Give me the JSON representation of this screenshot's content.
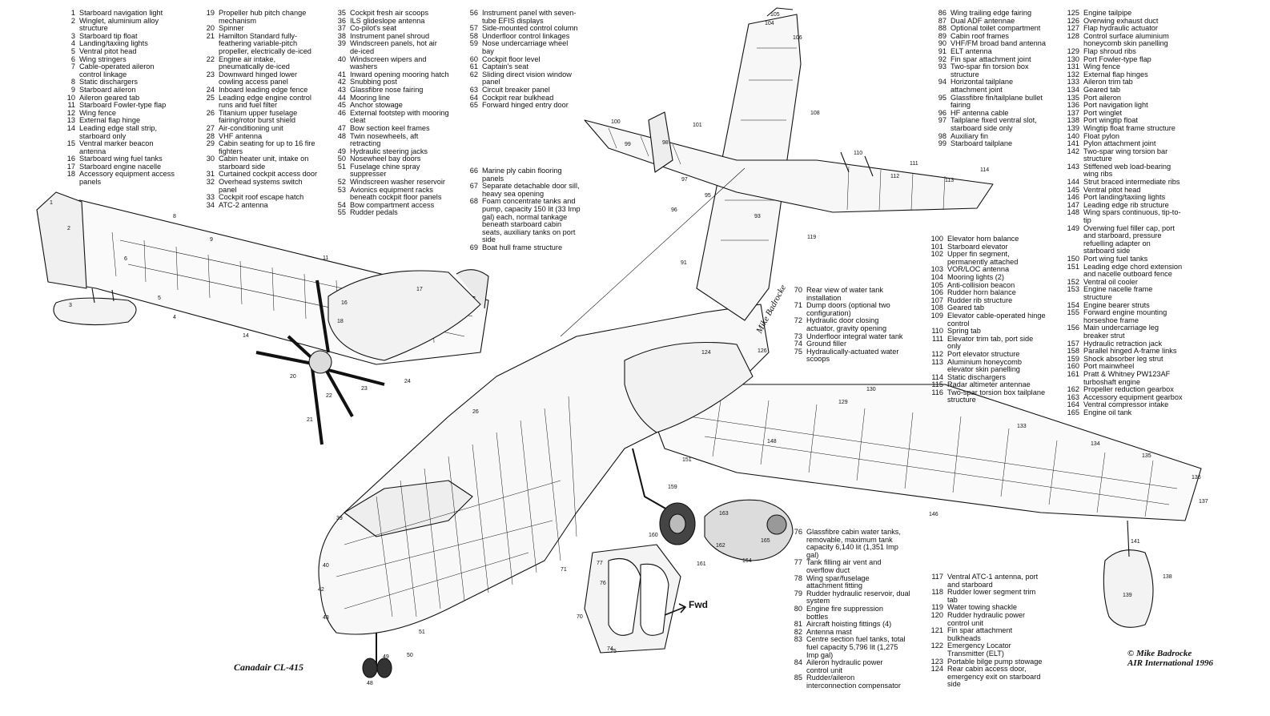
{
  "caption": "Canadair CL-415",
  "credit": {
    "line1": "© Mike Badrocke",
    "line2": "AIR International 1996"
  },
  "signature": "Mike Badrocke",
  "forward_label": "Fwd",
  "key_blocks": [
    {
      "items": [
        [
          "1",
          "Starboard navigation light"
        ],
        [
          "2",
          "Winglet, aluminium alloy\nstructure"
        ],
        [
          "3",
          "Starboard tip float"
        ],
        [
          "4",
          "Landing/taxiing lights"
        ],
        [
          "5",
          "Ventral pitot head"
        ],
        [
          "6",
          "Wing stringers"
        ],
        [
          "7",
          "Cable-operated aileron\ncontrol linkage"
        ],
        [
          "8",
          "Static dischargers"
        ],
        [
          "9",
          "Starboard aileron"
        ],
        [
          "10",
          "Aileron geared tab"
        ],
        [
          "11",
          "Starboard Fowler-type flap"
        ],
        [
          "12",
          "Wing fence"
        ],
        [
          "13",
          "External flap hinge"
        ],
        [
          "14",
          "Leading edge stall strip,\nstarboard only"
        ],
        [
          "15",
          "Ventral marker beacon\nantenna"
        ],
        [
          "16",
          "Starboard wing fuel tanks"
        ],
        [
          "17",
          "Starboard engine nacelle"
        ],
        [
          "18",
          "Accessory equipment access\npanels"
        ]
      ]
    },
    {
      "items": [
        [
          "19",
          "Propeller hub pitch change\nmechanism"
        ],
        [
          "20",
          "Spinner"
        ],
        [
          "21",
          "Hamilton Standard fully-\nfeathering variable-pitch\npropeller, electrically de-iced"
        ],
        [
          "22",
          "Engine air intake,\npneumatically de-iced"
        ],
        [
          "23",
          "Downward hinged lower\ncowling access panel"
        ],
        [
          "24",
          "Inboard leading edge fence"
        ],
        [
          "25",
          "Leading edge engine control\nruns and fuel filter"
        ],
        [
          "26",
          "Titanium upper fuselage\nfairing/rotor burst shield"
        ],
        [
          "27",
          "Air-conditioning unit"
        ],
        [
          "28",
          "VHF antenna"
        ],
        [
          "29",
          "Cabin seating for up to 16 fire\nfighters"
        ],
        [
          "30",
          "Cabin heater unit, intake on\nstarboard side"
        ],
        [
          "31",
          "Curtained cockpit access door"
        ],
        [
          "32",
          "Overhead systems switch\npanel"
        ],
        [
          "33",
          "Cockpit roof escape hatch"
        ],
        [
          "34",
          "ATC-2 antenna"
        ]
      ]
    },
    {
      "items": [
        [
          "35",
          "Cockpit fresh air scoops"
        ],
        [
          "36",
          "ILS glideslope antenna"
        ],
        [
          "37",
          "Co-pilot's seat"
        ],
        [
          "38",
          "Instrument panel shroud"
        ],
        [
          "39",
          "Windscreen panels, hot air\nde-iced"
        ],
        [
          "40",
          "Windscreen wipers and\nwashers"
        ],
        [
          "41",
          "Inward opening mooring hatch"
        ],
        [
          "42",
          "Snubbing post"
        ],
        [
          "43",
          "Glassfibre nose fairing"
        ],
        [
          "44",
          "Mooring line"
        ],
        [
          "45",
          "Anchor stowage"
        ],
        [
          "46",
          "External footstep with mooring\ncleat"
        ],
        [
          "47",
          "Bow section keel frames"
        ],
        [
          "48",
          "Twin nosewheels, aft\nretracting"
        ],
        [
          "49",
          "Hydraulic steering jacks"
        ],
        [
          "50",
          "Nosewheel bay doors"
        ],
        [
          "51",
          "Fuselage chine spray\nsuppresser"
        ],
        [
          "52",
          "Windscreen washer reservoir"
        ],
        [
          "53",
          "Avionics equipment racks\nbeneath cockpit floor panels"
        ],
        [
          "54",
          "Bow compartment access"
        ],
        [
          "55",
          "Rudder pedals"
        ]
      ]
    },
    {
      "items": [
        [
          "56",
          "Instrument panel with seven-\ntube EFIS displays"
        ],
        [
          "57",
          "Side-mounted control column"
        ],
        [
          "58",
          "Underfloor control linkages"
        ],
        [
          "59",
          "Nose undercarriage wheel\nbay"
        ],
        [
          "60",
          "Cockpit floor level"
        ],
        [
          "61",
          "Captain's seat"
        ],
        [
          "62",
          "Sliding direct vision window\npanel"
        ],
        [
          "63",
          "Circuit breaker panel"
        ],
        [
          "64",
          "Cockpit rear bulkhead"
        ],
        [
          "65",
          "Forward hinged entry door"
        ]
      ]
    },
    {
      "items": [
        [
          "66",
          "Marine ply cabin flooring\npanels"
        ],
        [
          "67",
          "Separate detachable door sill,\nheavy sea opening"
        ],
        [
          "68",
          "Foam concentrate tanks and\npump, capacity 150 lit (33 Imp\ngal) each, normal tankage\nbeneath starboard cabin\nseats, auxiliary tanks on port\nside"
        ],
        [
          "69",
          "Boat hull frame structure"
        ]
      ]
    },
    {
      "items": [
        [
          "70",
          "Rear view of water tank\ninstallation"
        ],
        [
          "71",
          "Dump doors (optional two\nconfiguration)"
        ],
        [
          "72",
          "Hydraulic door closing\nactuator, gravity opening"
        ],
        [
          "73",
          "Underfloor integral water tank"
        ],
        [
          "74",
          "Ground filler"
        ],
        [
          "75",
          "Hydraulically-actuated water\nscoops"
        ]
      ]
    },
    {
      "items": [
        [
          "76",
          "Glassfibre cabin water tanks,\nremovable, maximum tank\ncapacity 6,140 lit (1,351 Imp\ngal)"
        ],
        [
          "77",
          "Tank filling air vent and\noverflow duct"
        ],
        [
          "78",
          "Wing spar/fuselage\nattachment fitting"
        ],
        [
          "79",
          "Rudder hydraulic reservoir, dual\nsystem"
        ],
        [
          "80",
          "Engine fire suppression\nbottles"
        ],
        [
          "81",
          "Aircraft hoisting fittings (4)"
        ],
        [
          "82",
          "Antenna mast"
        ],
        [
          "83",
          "Centre section fuel tanks, total\nfuel capacity 5,796 lit (1,275\nImp gal)"
        ],
        [
          "84",
          "Aileron hydraulic power\ncontrol unit"
        ],
        [
          "85",
          "Rudder/aileron\ninterconnection compensator"
        ]
      ]
    },
    {
      "items": [
        [
          "86",
          "Wing trailing edge fairing"
        ],
        [
          "87",
          "Dual ADF antennae"
        ],
        [
          "88",
          "Optional toilet compartment"
        ],
        [
          "89",
          "Cabin roof frames"
        ],
        [
          "90",
          "VHF/FM broad band antenna"
        ],
        [
          "91",
          "ELT antenna"
        ],
        [
          "92",
          "Fin spar attachment joint"
        ],
        [
          "93",
          "Two-spar fin torsion box\nstructure"
        ],
        [
          "94",
          "Horizontal tailplane\nattachment joint"
        ],
        [
          "95",
          "Glassfibre fin/tailplane bullet\nfairing"
        ],
        [
          "96",
          "HF antenna cable"
        ],
        [
          "97",
          "Tailplane fixed ventral slot,\nstarboard side only"
        ],
        [
          "98",
          "Auxiliary fin"
        ],
        [
          "99",
          "Starboard tailplane"
        ]
      ]
    },
    {
      "items": [
        [
          "100",
          "Elevator horn balance"
        ],
        [
          "101",
          "Starboard elevator"
        ],
        [
          "102",
          "Upper fin segment,\npermanently attached"
        ],
        [
          "103",
          "VOR/LOC antenna"
        ],
        [
          "104",
          "Mooring lights (2)"
        ],
        [
          "105",
          "Anti-collision beacon"
        ],
        [
          "106",
          "Rudder horn balance"
        ],
        [
          "107",
          "Rudder rib structure"
        ],
        [
          "108",
          "Geared tab"
        ],
        [
          "109",
          "Elevator cable-operated hinge\ncontrol"
        ],
        [
          "110",
          "Spring tab"
        ],
        [
          "111",
          "Elevator trim tab, port side\nonly"
        ],
        [
          "112",
          "Port elevator structure"
        ],
        [
          "113",
          "Aluminium honeycomb\nelevator skin panelling"
        ],
        [
          "114",
          "Static dischargers"
        ],
        [
          "115",
          "Radar altimeter antennae"
        ],
        [
          "116",
          "Two-spar torsion box tailplane\nstructure"
        ]
      ]
    },
    {
      "items": [
        [
          "117",
          "Ventral ATC-1 antenna, port\nand starboard"
        ],
        [
          "118",
          "Rudder lower segment trim\ntab"
        ],
        [
          "119",
          "Water towing shackle"
        ],
        [
          "120",
          "Rudder hydraulic power\ncontrol unit"
        ],
        [
          "121",
          "Fin spar attachment\nbulkheads"
        ],
        [
          "122",
          "Emergency Locator\nTransmitter (ELT)"
        ],
        [
          "123",
          "Portable bilge pump stowage"
        ],
        [
          "124",
          "Rear cabin access door,\nemergency exit on starboard\nside"
        ]
      ]
    },
    {
      "items": [
        [
          "125",
          "Engine tailpipe"
        ],
        [
          "126",
          "Overwing exhaust duct"
        ],
        [
          "127",
          "Flap hydraulic actuator"
        ],
        [
          "128",
          "Control surface aluminium\nhoneycomb skin panelling"
        ],
        [
          "129",
          "Flap shroud ribs"
        ],
        [
          "130",
          "Port Fowler-type flap"
        ],
        [
          "131",
          "Wing fence"
        ],
        [
          "132",
          "External flap hinges"
        ],
        [
          "133",
          "Aileron trim tab"
        ],
        [
          "134",
          "Geared tab"
        ],
        [
          "135",
          "Port aileron"
        ],
        [
          "136",
          "Port navigation light"
        ],
        [
          "137",
          "Port winglet"
        ],
        [
          "138",
          "Port wingtip float"
        ],
        [
          "139",
          "Wingtip float frame structure"
        ],
        [
          "140",
          "Float pylon"
        ],
        [
          "141",
          "Pylon attachment joint"
        ],
        [
          "142",
          "Two-spar wing torsion bar\nstructure"
        ],
        [
          "143",
          "Stiffened web load-bearing\nwing ribs"
        ],
        [
          "144",
          "Strut braced intermediate ribs"
        ],
        [
          "145",
          "Ventral pitot head"
        ],
        [
          "146",
          "Port landing/taxiing lights"
        ],
        [
          "147",
          "Leading edge rib structure"
        ],
        [
          "148",
          "Wing spars continuous, tip-to-\ntip"
        ],
        [
          "149",
          "Overwing fuel filler cap, port\nand starboard, pressure\nrefuelling adapter on\nstarboard side"
        ],
        [
          "150",
          "Port wing fuel tanks"
        ],
        [
          "151",
          "Leading edge chord extension\nand nacelle outboard fence"
        ],
        [
          "152",
          "Ventral oil cooler"
        ],
        [
          "153",
          "Engine nacelle frame\nstructure"
        ],
        [
          "154",
          "Engine bearer struts"
        ],
        [
          "155",
          "Forward engine mounting\nhorseshoe frame"
        ],
        [
          "156",
          "Main undercarriage leg\nbreaker strut"
        ],
        [
          "157",
          "Hydraulic retraction jack"
        ],
        [
          "158",
          "Parallel hinged A-frame links"
        ],
        [
          "159",
          "Shock absorber leg strut"
        ],
        [
          "160",
          "Port mainwheel"
        ],
        [
          "161",
          "Pratt & Whitney PW123AF\nturboshaft engine"
        ],
        [
          "162",
          "Propeller reduction gearbox"
        ],
        [
          "163",
          "Accessory equipment gearbox"
        ],
        [
          "164",
          "Ventral compressor intake"
        ],
        [
          "165",
          "Engine oil tank"
        ]
      ]
    }
  ],
  "callouts": [
    "1",
    "2",
    "3",
    "4",
    "5",
    "6",
    "8",
    "9",
    "11",
    "14",
    "16",
    "17",
    "18",
    "20",
    "21",
    "22",
    "23",
    "24",
    "26",
    "39",
    "40",
    "42",
    "43",
    "48",
    "49",
    "50",
    "51",
    "70",
    "71",
    "74",
    "75",
    "76",
    "77",
    "91",
    "93",
    "95",
    "96",
    "97",
    "98",
    "99",
    "100",
    "101",
    "104",
    "105",
    "106",
    "108",
    "110",
    "111",
    "112",
    "113",
    "114",
    "119",
    "124",
    "126",
    "129",
    "130",
    "133",
    "134",
    "135",
    "136",
    "137",
    "138",
    "139",
    "141",
    "146",
    "148",
    "151",
    "159",
    "160",
    "161",
    "162",
    "163",
    "164",
    "165"
  ]
}
